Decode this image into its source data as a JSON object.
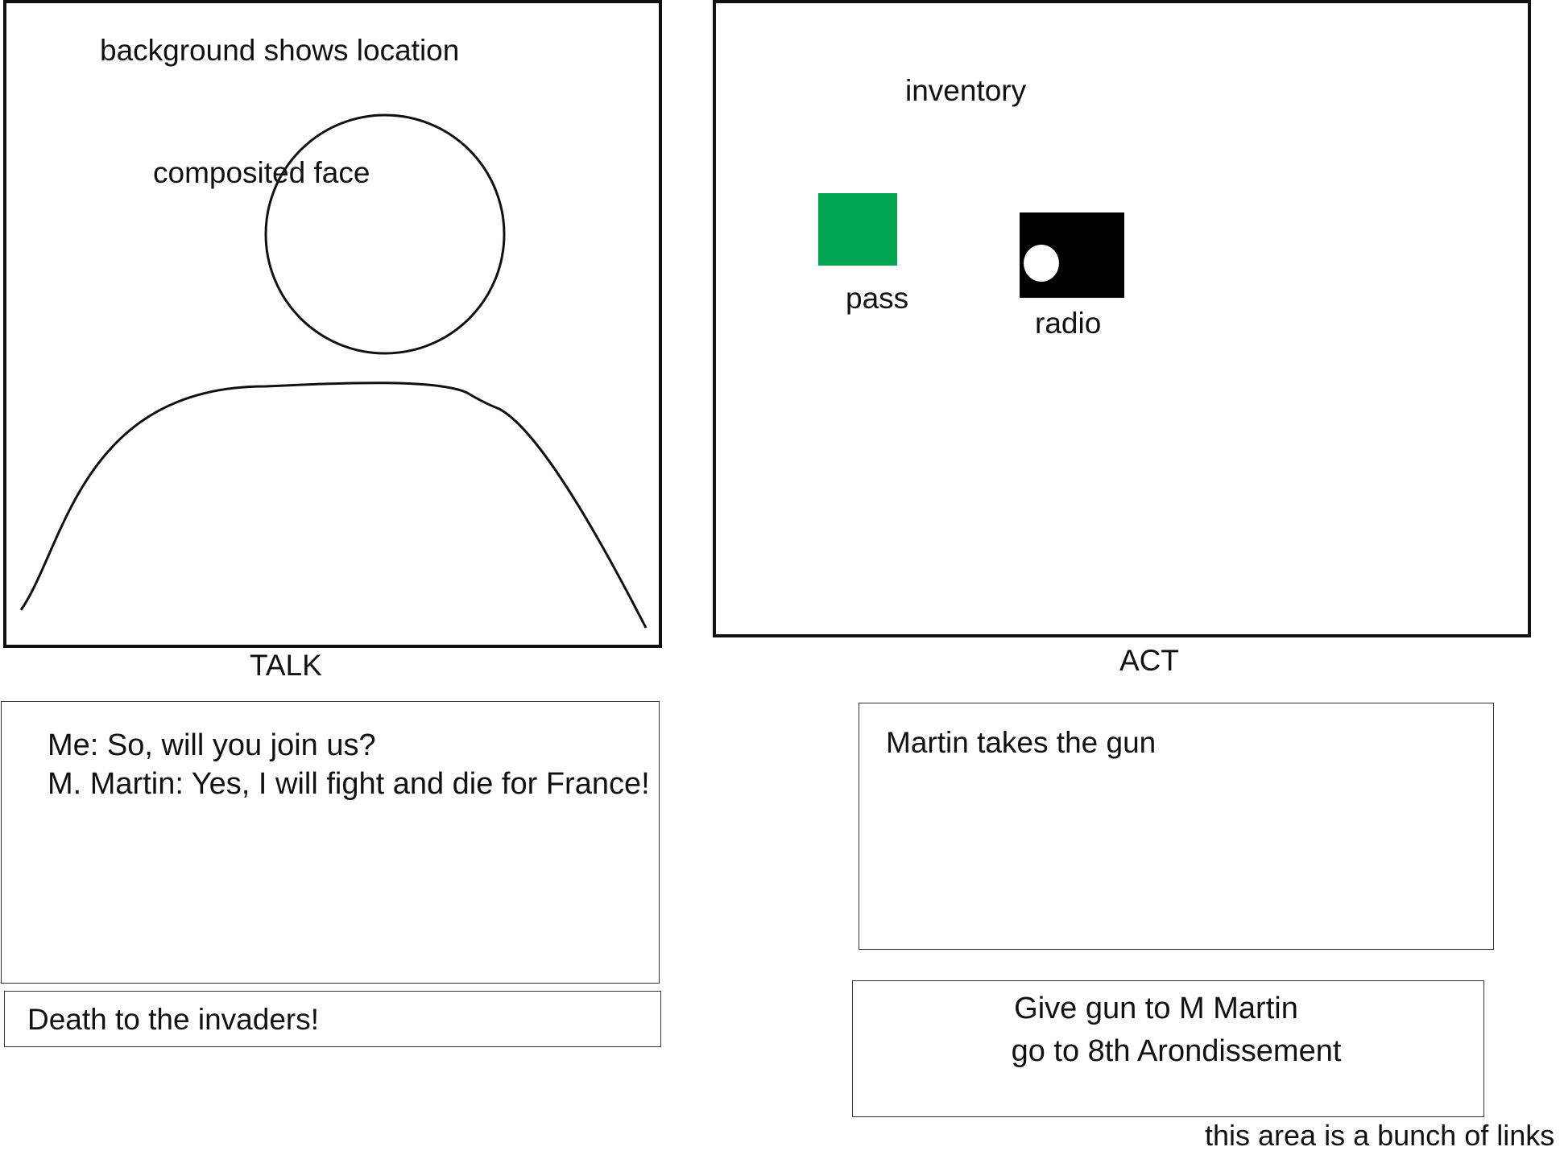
{
  "talk_panel": {
    "background_note": "background shows location",
    "face_note": "composited face",
    "caption": "TALK"
  },
  "act_panel": {
    "heading": "inventory",
    "items": [
      {
        "label": "pass",
        "icon": "green-square-icon",
        "color": "#00A651"
      },
      {
        "label": "radio",
        "icon": "radio-icon",
        "color": "#000000"
      }
    ],
    "caption": "ACT"
  },
  "dialogue": {
    "lines": [
      "Me: So, will you join us?",
      "M. Martin: Yes, I will fight and die for France!"
    ]
  },
  "talk_option": "Death to the invaders!",
  "action_log": "Martin takes the gun",
  "action_links": [
    "Give gun to M Martin",
    "go to 8th Arondissement"
  ],
  "links_note": "this area is a bunch of links"
}
